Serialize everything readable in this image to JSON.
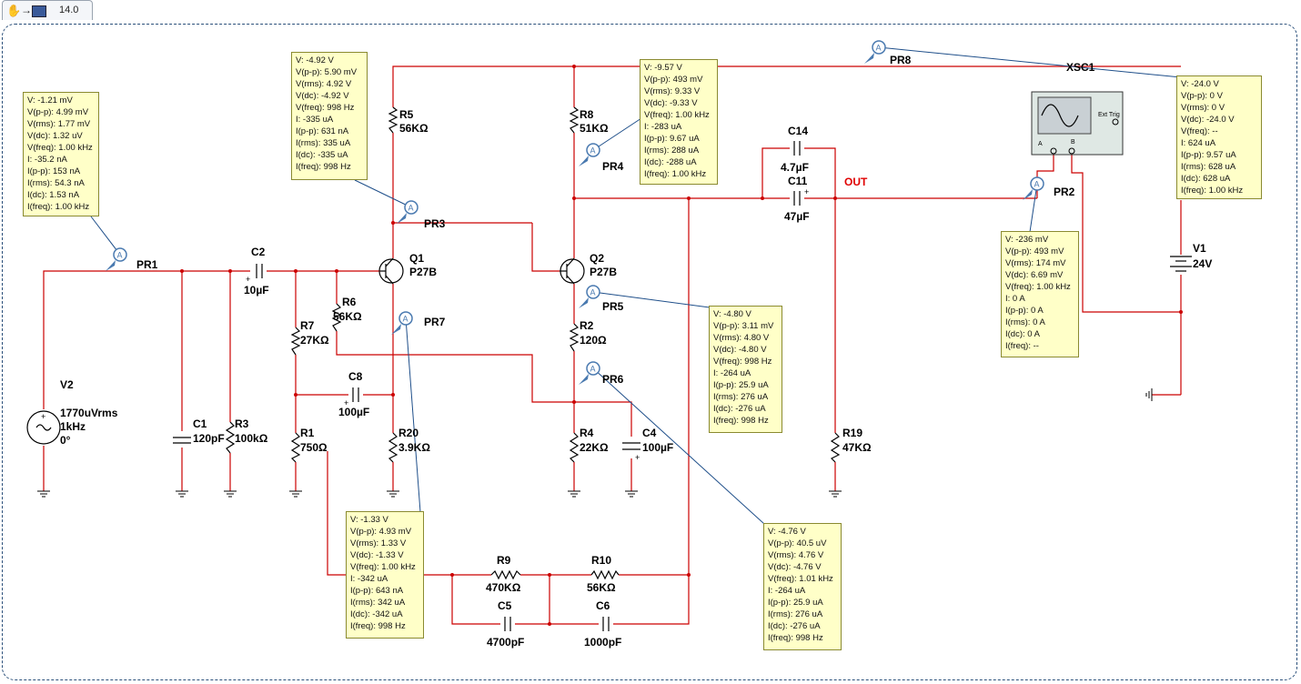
{
  "tab": {
    "version": "14.0",
    "icon_names": [
      "hand-icon",
      "arrow-icon",
      "schematic-icon"
    ]
  },
  "components": [
    {
      "id": "v2",
      "name": "V2",
      "value": "1770uVrms",
      "extra": [
        "1kHz",
        "0°"
      ]
    },
    {
      "id": "c1",
      "name": "C1",
      "value": "120pF"
    },
    {
      "id": "r3",
      "name": "R3",
      "value": "100kΩ"
    },
    {
      "id": "c2",
      "name": "C2",
      "value": "10µF"
    },
    {
      "id": "r7",
      "name": "R7",
      "value": "27KΩ"
    },
    {
      "id": "r6",
      "name": "R6",
      "value": "56KΩ"
    },
    {
      "id": "r5",
      "name": "R5",
      "value": "56KΩ"
    },
    {
      "id": "q1",
      "name": "Q1",
      "value": "P27B"
    },
    {
      "id": "c8",
      "name": "C8",
      "value": "100µF"
    },
    {
      "id": "r1",
      "name": "R1",
      "value": "750Ω"
    },
    {
      "id": "r20",
      "name": "R20",
      "value": "3.9KΩ"
    },
    {
      "id": "r9",
      "name": "R9",
      "value": "470KΩ"
    },
    {
      "id": "r10",
      "name": "R10",
      "value": "56KΩ"
    },
    {
      "id": "c5",
      "name": "C5",
      "value": "4700pF"
    },
    {
      "id": "c6",
      "name": "C6",
      "value": "1000pF"
    },
    {
      "id": "r8",
      "name": "R8",
      "value": "51KΩ"
    },
    {
      "id": "q2",
      "name": "Q2",
      "value": "P27B"
    },
    {
      "id": "r2",
      "name": "R2",
      "value": "120Ω"
    },
    {
      "id": "r4",
      "name": "R4",
      "value": "22KΩ"
    },
    {
      "id": "c4",
      "name": "C4",
      "value": "100µF"
    },
    {
      "id": "c14",
      "name": "C14",
      "value": "4.7µF"
    },
    {
      "id": "c11",
      "name": "C11",
      "value": "47µF"
    },
    {
      "id": "r19",
      "name": "R19",
      "value": "47KΩ"
    },
    {
      "id": "v1",
      "name": "V1",
      "value": "24V"
    },
    {
      "id": "xsc1",
      "name": "XSC1",
      "value": ""
    }
  ],
  "net_labels": {
    "out": "OUT"
  },
  "scope": {
    "ext_trig": "Ext Trig",
    "ch_a": "A",
    "ch_b": "B"
  },
  "probe_names": [
    "PR1",
    "PR2",
    "PR3",
    "PR4",
    "PR5",
    "PR6",
    "PR7",
    "PR8"
  ],
  "probes": [
    {
      "id": "pr1",
      "lines": [
        "V: -1.21 mV",
        "V(p-p): 4.99 mV",
        "V(rms): 1.77 mV",
        "V(dc): 1.32 uV",
        "V(freq): 1.00 kHz",
        "I: -35.2 nA",
        "I(p-p): 153 nA",
        "I(rms): 54.3 nA",
        "I(dc): 1.53 nA",
        "I(freq): 1.00 kHz"
      ]
    },
    {
      "id": "pr3",
      "lines": [
        "V: -4.92 V",
        "V(p-p): 5.90 mV",
        "V(rms): 4.92 V",
        "V(dc): -4.92 V",
        "V(freq): 998 Hz",
        "I: -335 uA",
        "I(p-p): 631 nA",
        "I(rms): 335 uA",
        "I(dc): -335 uA",
        "I(freq): 998 Hz"
      ]
    },
    {
      "id": "pr4",
      "lines": [
        "V: -9.57 V",
        "V(p-p): 493 mV",
        "V(rms): 9.33 V",
        "V(dc): -9.33 V",
        "V(freq): 1.00 kHz",
        "I: -283 uA",
        "I(p-p): 9.67 uA",
        "I(rms): 288 uA",
        "I(dc): -288 uA",
        "I(freq): 1.00 kHz"
      ]
    },
    {
      "id": "pr8",
      "lines": [
        "V: -24.0 V",
        "V(p-p): 0 V",
        "V(rms): 0 V",
        "V(dc): -24.0 V",
        "V(freq): --",
        "I: 624 uA",
        "I(p-p): 9.57 uA",
        "I(rms): 628 uA",
        "I(dc): 628 uA",
        "I(freq): 1.00 kHz"
      ]
    },
    {
      "id": "pr2",
      "lines": [
        "V: -236 mV",
        "V(p-p): 493 mV",
        "V(rms): 174 mV",
        "V(dc): 6.69 mV",
        "V(freq): 1.00 kHz",
        "I: 0 A",
        "I(p-p): 0 A",
        "I(rms): 0 A",
        "I(dc): 0 A",
        "I(freq): --"
      ]
    },
    {
      "id": "pr5",
      "lines": [
        "V: -4.80 V",
        "V(p-p): 3.11 mV",
        "V(rms): 4.80 V",
        "V(dc): -4.80 V",
        "V(freq): 998 Hz",
        "I: -264 uA",
        "I(p-p): 25.9 uA",
        "I(rms): 276 uA",
        "I(dc): -276 uA",
        "I(freq): 998 Hz"
      ]
    },
    {
      "id": "pr7",
      "lines": [
        "V: -1.33 V",
        "V(p-p): 4.93 mV",
        "V(rms): 1.33 V",
        "V(dc): -1.33 V",
        "V(freq): 1.00 kHz",
        "I: -342 uA",
        "I(p-p): 643 nA",
        "I(rms): 342 uA",
        "I(dc): -342 uA",
        "I(freq): 998 Hz"
      ]
    },
    {
      "id": "pr6",
      "lines": [
        "V: -4.76 V",
        "V(p-p): 40.5 uV",
        "V(rms): 4.76 V",
        "V(dc): -4.76 V",
        "V(freq): 1.01 kHz",
        "I: -264 uA",
        "I(p-p): 25.9 uA",
        "I(rms): 276 uA",
        "I(dc): -276 uA",
        "I(freq): 998 Hz"
      ]
    }
  ],
  "colors": {
    "wire": "#cc0000",
    "probe_bg": "#ffffc8",
    "out_label": "#e00000",
    "probe_lead": "#1f4f8a"
  }
}
